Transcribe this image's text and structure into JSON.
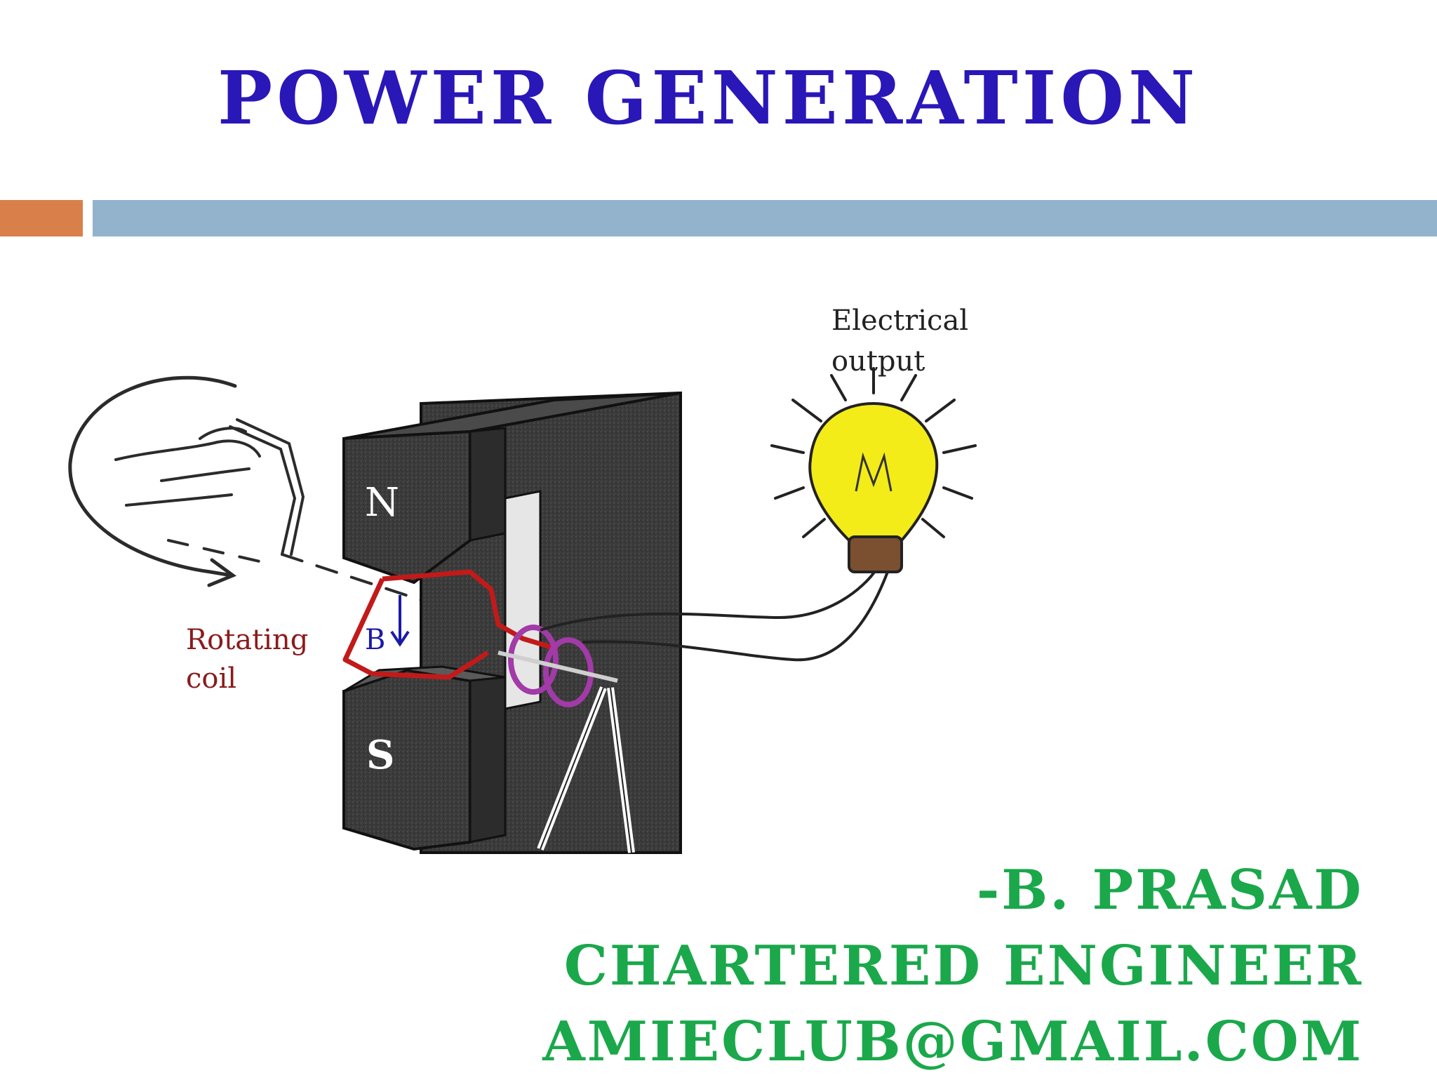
{
  "slide": {
    "title": "POWER GENERATION",
    "colors": {
      "title": "#2a17b8",
      "accent_left": "#d9804a",
      "accent_right": "#93b3cd",
      "author": "#1aa84b"
    }
  },
  "diagram": {
    "pole_north": "N",
    "pole_south": "S",
    "field_label": "B",
    "coil_label_line1": "Rotating",
    "coil_label_line2": "coil",
    "output_label_line1": "Electrical",
    "output_label_line2": "output",
    "icons": [
      "hand-crank-icon",
      "rotation-arrow-icon",
      "magnet-icon",
      "coil-icon",
      "slip-rings-icon",
      "light-bulb-icon"
    ]
  },
  "author": {
    "name": "-B. PRASAD",
    "role": "CHARTERED ENGINEER",
    "email": "AMIECLUB@GMAIL.COM"
  }
}
